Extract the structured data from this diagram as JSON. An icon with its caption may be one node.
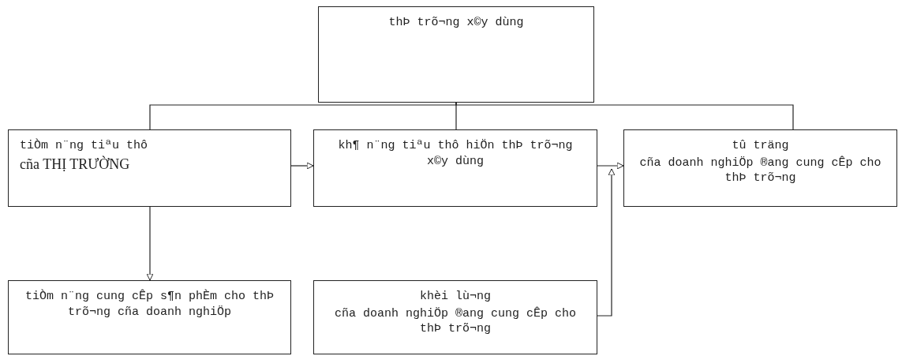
{
  "diagram": {
    "nodes": [
      {
        "text": [
          "thÞ trõ¬ng x©y dùng"
        ]
      },
      {
        "text": [
          "tiÒm n¨ng tiªu thô",
          "cña THỊ TRƯỜNG"
        ]
      },
      {
        "text": [
          "kh¶ n¨ng tiªu thô hiÖn thÞ trõ¬ng x©y dùng"
        ]
      },
      {
        "text": [
          "tû träng",
          "cña doanh nghiÖp ®ang cung cÊp cho thÞ trõ¬ng"
        ]
      },
      {
        "text": [
          "tiÒm n¨ng cung cÊp s¶n phÈm cho thÞ trõ¬ng cña doanh nghiÖp"
        ]
      },
      {
        "text": [
          "khèi lù¬ng",
          "cña doanh nghiÖp ®ang cung cÊp cho thÞ trõ¬ng"
        ]
      }
    ],
    "edges": [
      {
        "from": 0,
        "to": 1,
        "arrow": "none"
      },
      {
        "from": 0,
        "to": 2,
        "arrow": "none"
      },
      {
        "from": 0,
        "to": 3,
        "arrow": "none"
      },
      {
        "from": 1,
        "to": 2,
        "arrow": "to"
      },
      {
        "from": 1,
        "to": 4,
        "arrow": "to"
      },
      {
        "from": 2,
        "to": 3,
        "arrow": "to"
      },
      {
        "from": 5,
        "to": 3,
        "arrow": "to"
      }
    ]
  }
}
